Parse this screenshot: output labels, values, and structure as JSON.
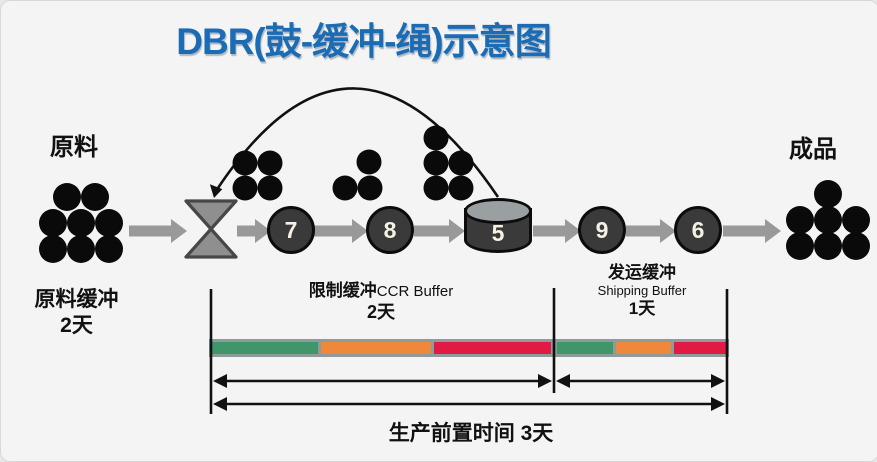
{
  "title": "DBR(鼓-缓冲-绳)示意图",
  "colors": {
    "title_blue": "#1c6bb5",
    "flow_gray": "#999999",
    "node_dark": "#3a3a3a",
    "dot_black": "#0a0a0a",
    "bar_border_gray": "#8e9b9b",
    "bar_green": "#3e9669",
    "bar_orange": "#f0883b",
    "bar_red": "#e01a45",
    "line_black": "#111111"
  },
  "raw_material": {
    "label": "原料",
    "buffer_label": "原料缓冲",
    "buffer_days": "2天"
  },
  "finished_goods": {
    "label": "成品"
  },
  "stations": [
    {
      "label": "7"
    },
    {
      "label": "8"
    },
    {
      "label": "5"
    },
    {
      "label": "9"
    },
    {
      "label": "6"
    }
  ],
  "buffers": {
    "ccr": {
      "title_zh": "限制缓冲",
      "title_en": "CCR Buffer",
      "days": "2天"
    },
    "shipping": {
      "title_zh": "发运缓冲",
      "title_en": "Shipping Buffer",
      "days": "1天"
    }
  },
  "lead_time_label": "生产前置时间 3天",
  "inventory_dots": {
    "raw_material": 8,
    "before_station_7": 4,
    "before_station_8": 3,
    "before_drum_5": 5,
    "finished_goods": 7
  }
}
